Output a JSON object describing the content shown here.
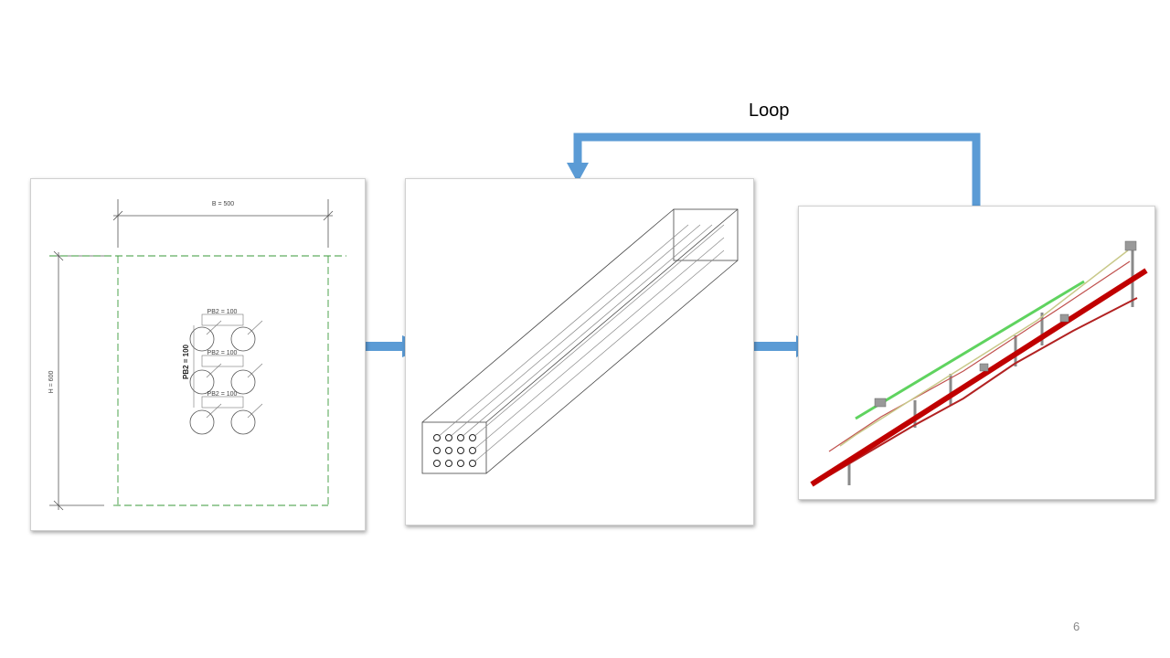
{
  "slide": {
    "loop_label": "Loop",
    "page_number": "6"
  },
  "section_drawing": {
    "width_dim": "B = 500",
    "height_dim": "H = 600",
    "spacing_top": "PB2 = 100",
    "spacing_mid": "PB2 = 100",
    "spacing_bottom": "PB2 = 100",
    "spacing_vertical": "PB2 = 100"
  },
  "colors": {
    "arrow": "#5b9bd5",
    "pipe_red": "#c00000",
    "pipe_green": "#5fd35f",
    "support_gray": "#808080"
  }
}
